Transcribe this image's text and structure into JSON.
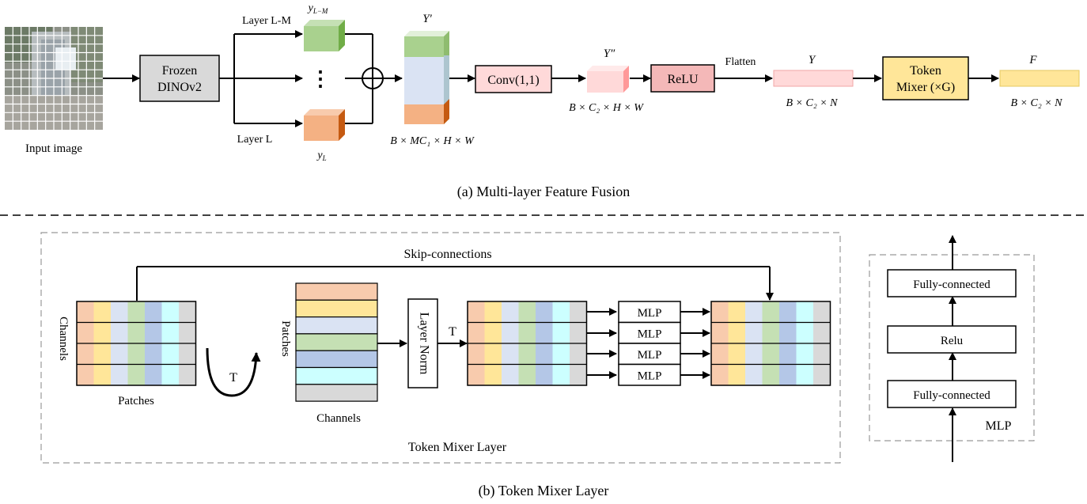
{
  "part_a": {
    "caption": "(a) Multi-layer Feature Fusion",
    "input_label": "Input image",
    "frozen_line1": "Frozen",
    "frozen_line2": "DINOv2",
    "layer_top": "Layer L-M",
    "layer_bottom": "Layer L",
    "y_top": "y",
    "y_top_sub": "L−M",
    "y_bottom": "y",
    "y_bottom_sub": "L",
    "dots": "⋮",
    "yprime": "Y′",
    "stack_dim": "B × MC₁ × H × W",
    "conv": "Conv(1,1)",
    "ydouble": "Y″",
    "conv_dim": "B × C₂ × H × W",
    "relu": "ReLU",
    "flatten": "Flatten",
    "y": "Y",
    "y_dim": "B × C₂ × N",
    "token_line1": "Token",
    "token_line2": "Mixer (×G)",
    "f": "F",
    "f_dim": "B × C₂ × N"
  },
  "part_b": {
    "caption": "(b) Token Mixer Layer",
    "skip": "Skip-connections",
    "channels_left": "Channels",
    "patches_bottom": "Patches",
    "transpose": "T",
    "patches_left": "Patches",
    "channels_bottom": "Channels",
    "layer_norm": "Layer Norm",
    "t_label": "T",
    "mlp_blocks": [
      "MLP",
      "MLP",
      "MLP",
      "MLP"
    ],
    "region_label": "Token Mixer Layer",
    "mlp_detail": {
      "top": "Fully-connected",
      "middle": "Relu",
      "bottom": "Fully-connected",
      "label": "MLP"
    }
  },
  "colors": {
    "green": "#a9d18e",
    "light_blue": "#dae3f3",
    "orange": "#f4b183",
    "pink": "#ffd9d9",
    "relu": "#f4b8b8",
    "token": "#ffe699",
    "gray_box": "#d9d9d9",
    "grid_colors": [
      "#f8cbad",
      "#ffe699",
      "#dae3f3",
      "#c5e0b4",
      "#b4c7e7",
      "#ccffff",
      "#d9d9d9"
    ]
  }
}
